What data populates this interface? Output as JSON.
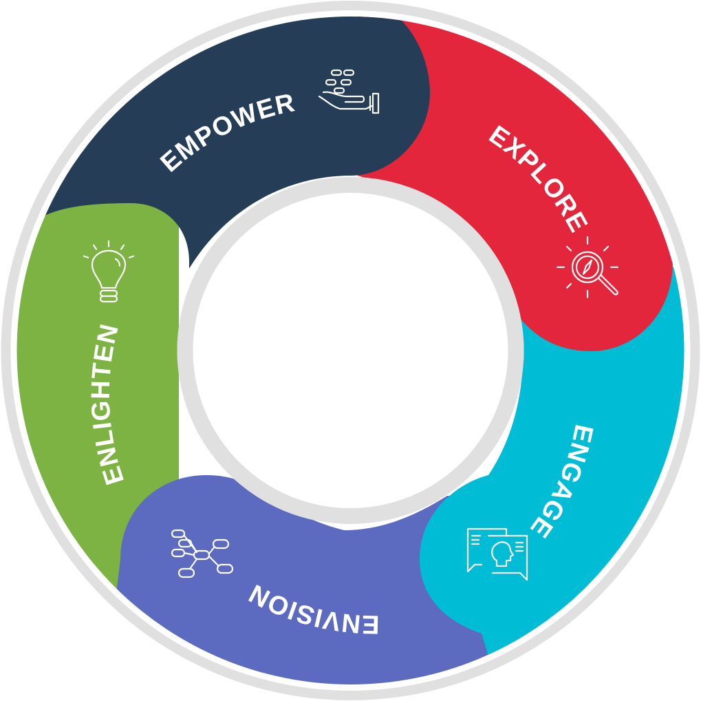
{
  "diagram": {
    "ring_color": "#e0e0e1",
    "center_color": "#ffffff",
    "segments": [
      {
        "id": "empower",
        "label": "EMPOWER",
        "color": "#263d57",
        "icon": "hand-coins-icon"
      },
      {
        "id": "explore",
        "label": "EXPLORE",
        "color": "#e3263b",
        "icon": "compass-magnifier-icon"
      },
      {
        "id": "engage",
        "label": "ENGAGE",
        "color": "#00bcd4",
        "icon": "chat-face-icon"
      },
      {
        "id": "envision",
        "label": "ENVISION",
        "color": "#5c6bc0",
        "icon": "mind-map-icon"
      },
      {
        "id": "enlighten",
        "label": "ENLIGHTEN",
        "color": "#7cb342",
        "icon": "lightbulb-icon"
      }
    ]
  }
}
